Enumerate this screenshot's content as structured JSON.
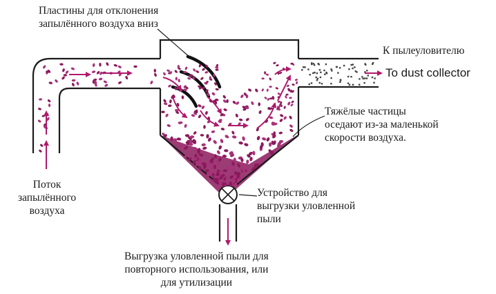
{
  "colors": {
    "outline": "#1a1a1a",
    "particle": "#8b1a5c",
    "particle_light": "#a8327a",
    "arrow": "#b0196b",
    "background": "#ffffff"
  },
  "labels": {
    "plates": [
      "Пластины для отклонения",
      "запылённого воздуха вниз"
    ],
    "to_collector_ru": "К пылеуловителю",
    "to_collector_en": "To dust collector",
    "heavy_particles": [
      "Тяжёлые частицы",
      "оседают из-за маленькой",
      "скорости воздуха."
    ],
    "inflow": [
      "Поток",
      "запылённого",
      "воздуха"
    ],
    "valve": [
      "Устройство для",
      "выгрузки уловленной",
      "пыли"
    ],
    "discharge": [
      "Выгрузка уловленной пыли для",
      "повторного использования, или",
      "для утилизации"
    ]
  },
  "icons": {
    "valve": "rotary-valve-icon",
    "deflector_plates": "deflector-plate-icon",
    "flow_arrows": "flow-arrow-icon"
  }
}
